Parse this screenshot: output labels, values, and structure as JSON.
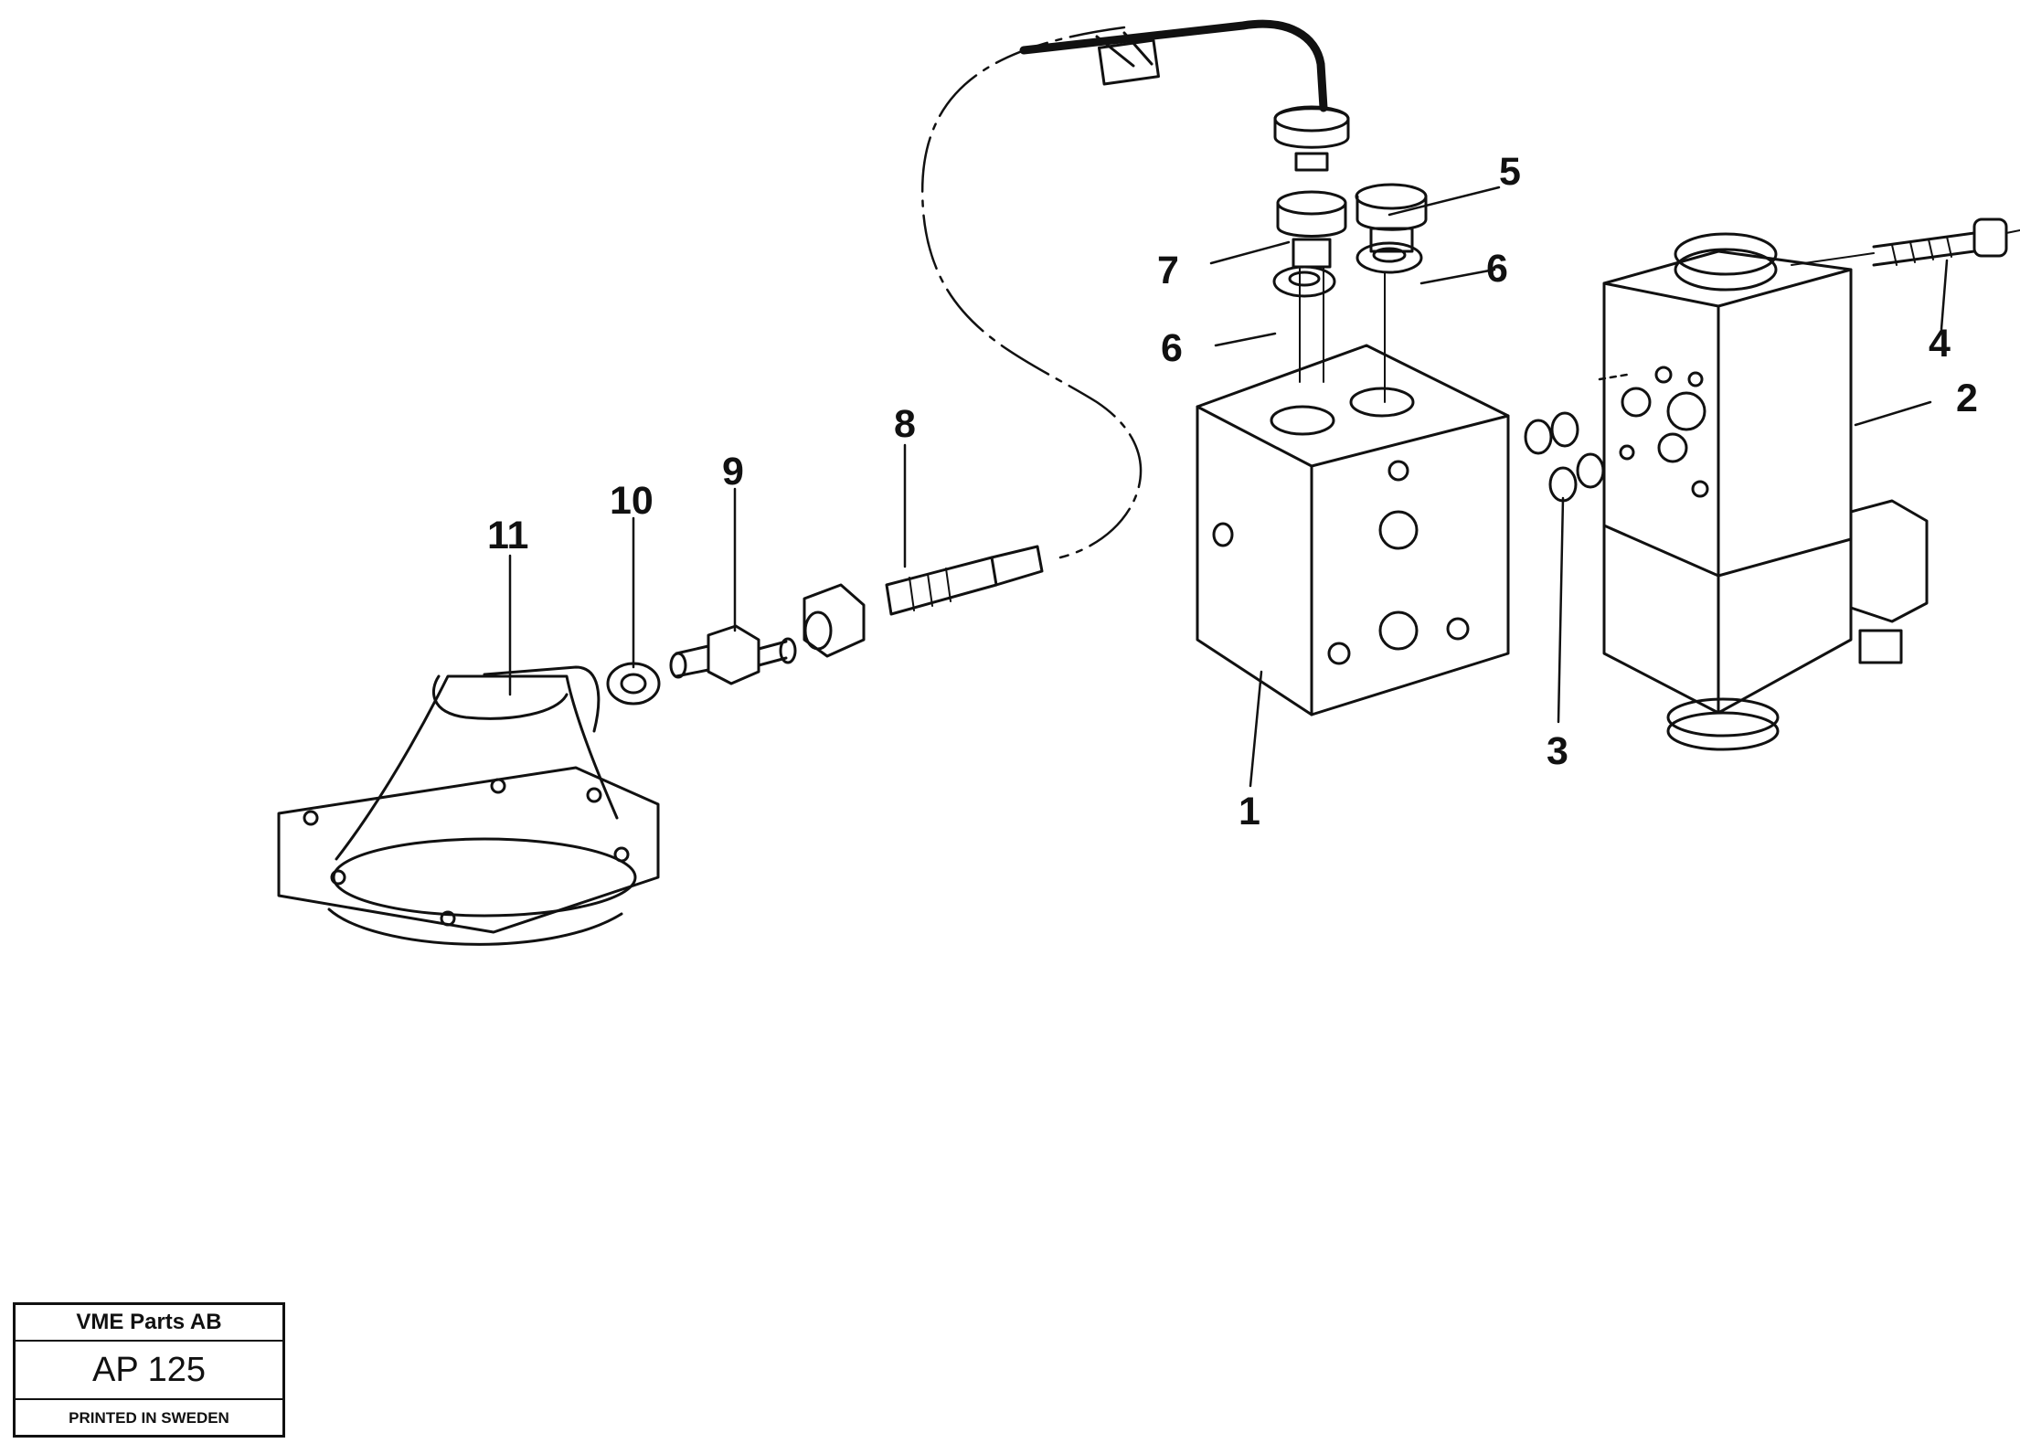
{
  "callouts": {
    "c1": "1",
    "c2": "2",
    "c3": "3",
    "c4": "4",
    "c5": "5",
    "c6a": "6",
    "c6b": "6",
    "c7": "7",
    "c8": "8",
    "c9": "9",
    "c10": "10",
    "c11": "11"
  },
  "title_block": {
    "company": "VME Parts AB",
    "page_code": "AP 125",
    "printed": "PRINTED IN SWEDEN"
  }
}
